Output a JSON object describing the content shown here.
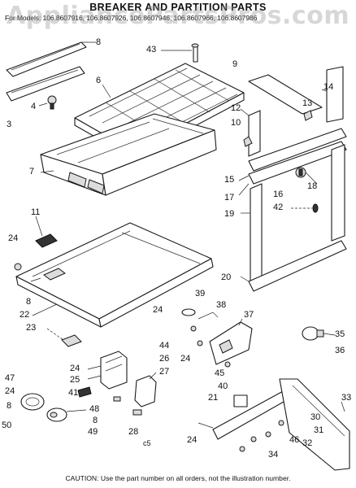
{
  "watermark": "AppliancePartsPros.com",
  "header": {
    "title": "BREAKER AND PARTITION PARTS",
    "models": "For Models: 106.8607916, 106.8607926, 106.8607946, 106.8607966, 106.8607986"
  },
  "callouts": {
    "c3": "3",
    "c4": "4",
    "c6": "6",
    "c7": "7",
    "c8a": "8",
    "c8b": "8",
    "c8c": "8",
    "c8d": "8",
    "c9": "9",
    "c10": "10",
    "c11": "11",
    "c12": "12",
    "c13": "13",
    "c14": "14",
    "c15": "15",
    "c16": "16",
    "c17": "17",
    "c18": "18",
    "c19": "19",
    "c20": "20",
    "c21": "21",
    "c22": "22",
    "c23": "23",
    "c24a": "24",
    "c24b": "24",
    "c24c": "24",
    "c24d": "24",
    "c24e": "24",
    "c24f": "24",
    "c25": "25",
    "c26": "26",
    "c27": "27",
    "c28": "28",
    "c30": "30",
    "c31": "31",
    "c32": "32",
    "c33": "33",
    "c34": "34",
    "c35": "35",
    "c36": "36",
    "c37": "37",
    "c38": "38",
    "c39": "39",
    "c40": "40",
    "c41": "41",
    "c42": "42",
    "c43": "43",
    "c44": "44",
    "c45": "45",
    "c46": "46",
    "c47": "47",
    "c48": "48",
    "c49": "49",
    "c50": "50",
    "c65": "c5"
  },
  "footer": {
    "caution": "CAUTION: Use the part number on all orders, not the illustration number."
  }
}
